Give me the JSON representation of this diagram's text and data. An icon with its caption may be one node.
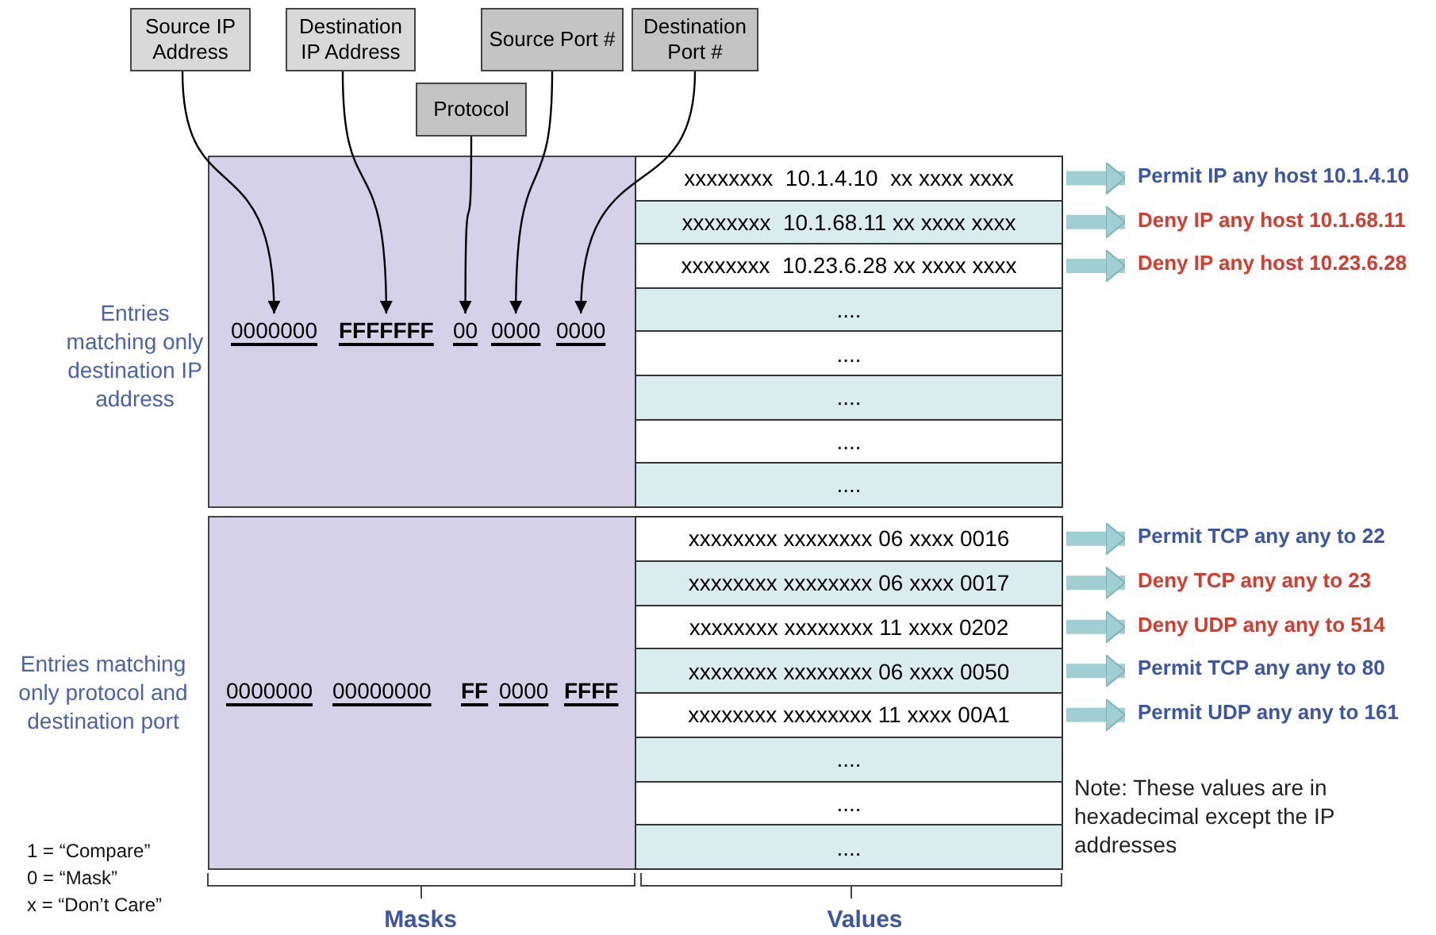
{
  "diagram": {
    "nodes": [
      {
        "text": [
          "Source IP Address"
        ]
      },
      {
        "text": [
          "Destination IP Address"
        ]
      },
      {
        "text": [
          "Protocol"
        ]
      },
      {
        "text": [
          "Source Port #"
        ]
      },
      {
        "text": [
          "Destination Port #"
        ]
      },
      {
        "text": [],
        "shape": "box"
      },
      {
        "text": [
          "0000000"
        ],
        "in": 5
      },
      {
        "text": [
          "FFFFFFF"
        ],
        "in": 5
      },
      {
        "text": [
          "00"
        ],
        "in": 5
      },
      {
        "text": [
          "0000"
        ],
        "in": 5
      },
      {
        "text": [
          "0000"
        ],
        "in": 5
      },
      {
        "text": [
          "xxxxxxxx  10.1.4.10  xx xxxx xxxx"
        ]
      },
      {
        "text": [
          "xxxxxxxx  10.1.68.11 xx xxxx xxxx"
        ]
      },
      {
        "text": [
          "xxxxxxxx  10.23.6.28 xx xxxx xxxx"
        ]
      },
      {
        "text": [
          "...."
        ]
      },
      {
        "text": [
          "...."
        ]
      },
      {
        "text": [
          "...."
        ]
      },
      {
        "text": [
          "...."
        ]
      },
      {
        "text": [
          "...."
        ]
      },
      {
        "text": [
          "Permit IP any host 10.1.4.10"
        ]
      },
      {
        "text": [
          "Deny IP any host 10.1.68.11"
        ]
      },
      {
        "text": [
          "Deny IP any host 10.23.6.28"
        ]
      },
      {
        "text": [],
        "shape": "box"
      },
      {
        "text": [
          "0000000"
        ],
        "in": 22
      },
      {
        "text": [
          "00000000"
        ],
        "in": 22
      },
      {
        "text": [
          "FF"
        ],
        "in": 22
      },
      {
        "text": [
          "0000"
        ],
        "in": 22
      },
      {
        "text": [
          "FFFF"
        ],
        "in": 22
      },
      {
        "text": [
          "xxxxxxxx xxxxxxxx 06 xxxx 0016"
        ]
      },
      {
        "text": [
          "xxxxxxxx xxxxxxxx 06 xxxx 0017"
        ]
      },
      {
        "text": [
          "xxxxxxxx xxxxxxxx 11 xxxx 0202"
        ]
      },
      {
        "text": [
          "xxxxxxxx xxxxxxxx 06 xxxx 0050"
        ]
      },
      {
        "text": [
          "xxxxxxxx xxxxxxxx 11 xxxx 00A1"
        ]
      },
      {
        "text": [
          "...."
        ]
      },
      {
        "text": [
          "...."
        ]
      },
      {
        "text": [
          "...."
        ]
      },
      {
        "text": [
          "Permit TCP any any to 22"
        ]
      },
      {
        "text": [
          "Deny TCP any any to 23"
        ]
      },
      {
        "text": [
          "Deny UDP any any to 514"
        ]
      },
      {
        "text": [
          "Permit TCP any any to 80"
        ]
      },
      {
        "text": [
          "Permit UDP any any to 161"
        ]
      }
    ],
    "edges": [
      {
        "from": 0,
        "to": 6,
        "arrow": "to",
        "color": "#000000"
      },
      {
        "from": 1,
        "to": 7,
        "arrow": "to",
        "color": "#000000"
      },
      {
        "from": 2,
        "to": 8,
        "arrow": "to",
        "color": "#000000"
      },
      {
        "from": 3,
        "to": 9,
        "arrow": "to",
        "color": "#000000"
      },
      {
        "from": 4,
        "to": 10,
        "arrow": "to",
        "color": "#000000"
      },
      {
        "from": 11,
        "to": 19,
        "arrow": "to"
      },
      {
        "from": 12,
        "to": 20,
        "arrow": "to"
      },
      {
        "from": 13,
        "to": 21,
        "arrow": "to"
      },
      {
        "from": 28,
        "to": 36,
        "arrow": "to"
      },
      {
        "from": 29,
        "to": 37,
        "arrow": "to"
      },
      {
        "from": 30,
        "to": 38,
        "arrow": "to"
      },
      {
        "from": 31,
        "to": 39,
        "arrow": "to"
      },
      {
        "from": 32,
        "to": 40,
        "arrow": "to"
      }
    ],
    "labels": [
      "Entries matching only destination IP address",
      "Entries matching only protocol and destination port",
      "Note: These values are in hexadecimal except the IP addresses",
      "1 = “Compare”",
      "0 = “Mask”",
      "x = “Don’t Care”",
      "Masks",
      "Values"
    ]
  }
}
